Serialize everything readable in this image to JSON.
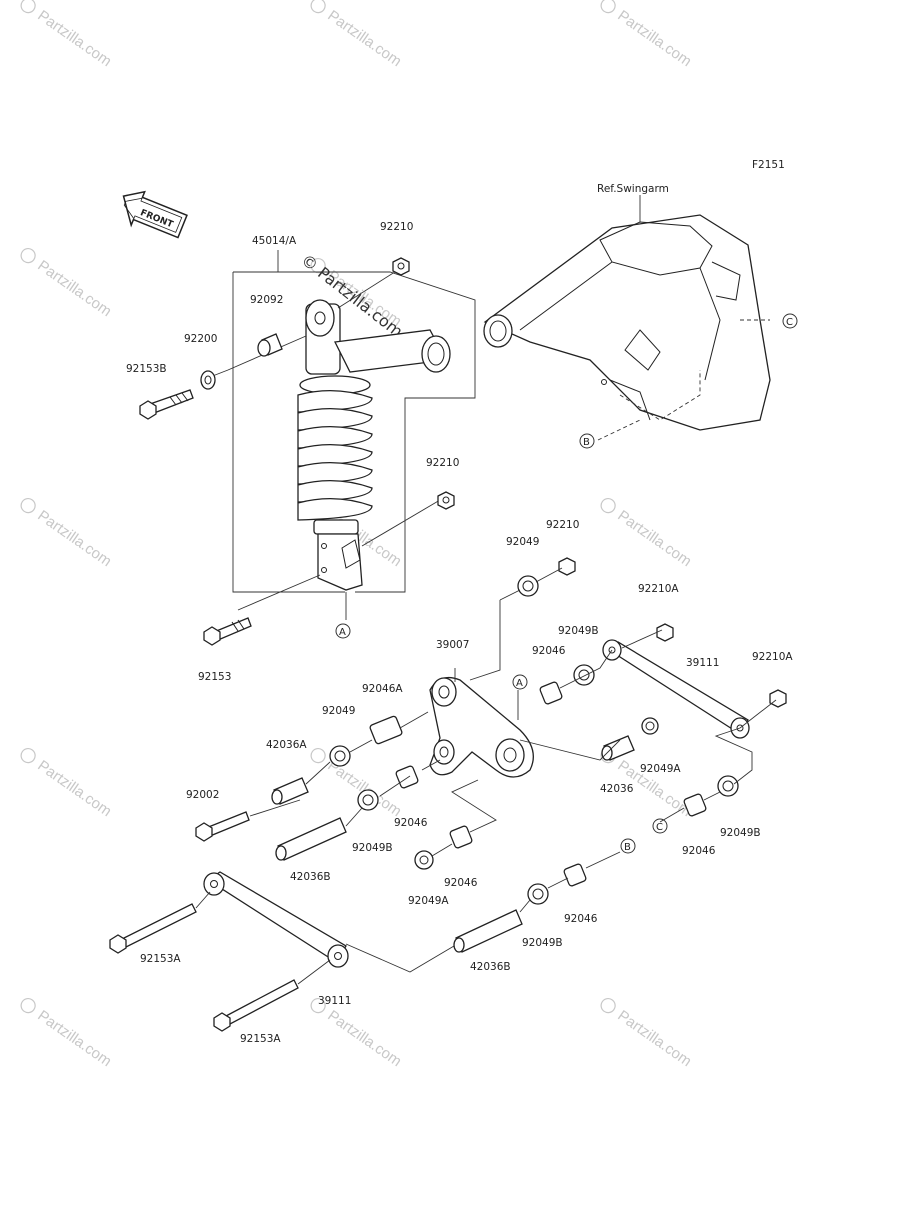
{
  "figure_code": "F2151",
  "reference_label": "Ref.Swingarm",
  "front_arrow_label": "FRONT",
  "watermark": {
    "text": "Partzilla.com",
    "copyright_text": "© Partzilla.com"
  },
  "callouts": [
    "A",
    "B",
    "C"
  ],
  "parts": [
    {
      "id": "p-45014A",
      "number": "45014/A"
    },
    {
      "id": "p-92210-top",
      "number": "92210"
    },
    {
      "id": "p-92092",
      "number": "92092"
    },
    {
      "id": "p-92200",
      "number": "92200"
    },
    {
      "id": "p-92153B",
      "number": "92153B"
    },
    {
      "id": "p-92210-mid",
      "number": "92210"
    },
    {
      "id": "p-92153",
      "number": "92153"
    },
    {
      "id": "p-92049-top",
      "number": "92049"
    },
    {
      "id": "p-92210-low",
      "number": "92210"
    },
    {
      "id": "p-92210A-1",
      "number": "92210A"
    },
    {
      "id": "p-92049B-1",
      "number": "92049B"
    },
    {
      "id": "p-39007",
      "number": "39007"
    },
    {
      "id": "p-92046-1",
      "number": "92046"
    },
    {
      "id": "p-39111-right",
      "number": "39111"
    },
    {
      "id": "p-92210A-2",
      "number": "92210A"
    },
    {
      "id": "p-92046A",
      "number": "92046A"
    },
    {
      "id": "p-92049-left",
      "number": "92049"
    },
    {
      "id": "p-42036A",
      "number": "42036A"
    },
    {
      "id": "p-92002",
      "number": "92002"
    },
    {
      "id": "p-92046-2",
      "number": "92046"
    },
    {
      "id": "p-92049B-2",
      "number": "92049B"
    },
    {
      "id": "p-42036B-1",
      "number": "42036B"
    },
    {
      "id": "p-92046-3",
      "number": "92046"
    },
    {
      "id": "p-92049A-1",
      "number": "92049A"
    },
    {
      "id": "p-42036",
      "number": "42036"
    },
    {
      "id": "p-92049A-2",
      "number": "92049A"
    },
    {
      "id": "p-92046-4",
      "number": "92046"
    },
    {
      "id": "p-92049B-3",
      "number": "92049B"
    },
    {
      "id": "p-92153A-1",
      "number": "92153A"
    },
    {
      "id": "p-92049B-4",
      "number": "92049B"
    },
    {
      "id": "p-92046-5",
      "number": "92046"
    },
    {
      "id": "p-42036B-2",
      "number": "42036B"
    },
    {
      "id": "p-39111-left",
      "number": "39111"
    },
    {
      "id": "p-92153A-2",
      "number": "92153A"
    }
  ]
}
